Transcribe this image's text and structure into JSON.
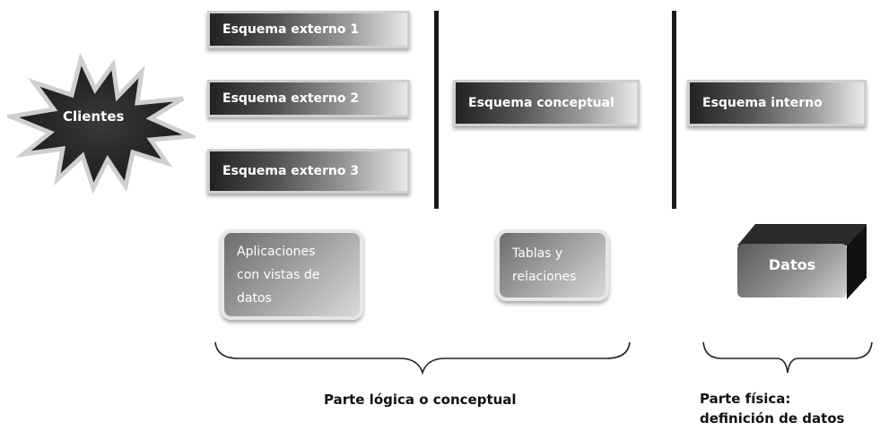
{
  "clientes": {
    "label": "Clientes"
  },
  "external_schemas": [
    {
      "label": "Esquema externo 1"
    },
    {
      "label": "Esquema externo 2"
    },
    {
      "label": "Esquema externo 3"
    }
  ],
  "conceptual_schema": {
    "label": "Esquema conceptual"
  },
  "internal_schema": {
    "label": "Esquema interno"
  },
  "apps_box": {
    "lines": [
      "Aplicaciones",
      "con vistas de",
      "datos"
    ]
  },
  "tables_box": {
    "lines": [
      "Tablas y",
      "relaciones"
    ]
  },
  "datos_block": {
    "label": "Datos"
  },
  "captions": {
    "logical": "Parte lógica o conceptual",
    "physical_line1": "Parte física:",
    "physical_line2": "definición de datos"
  }
}
